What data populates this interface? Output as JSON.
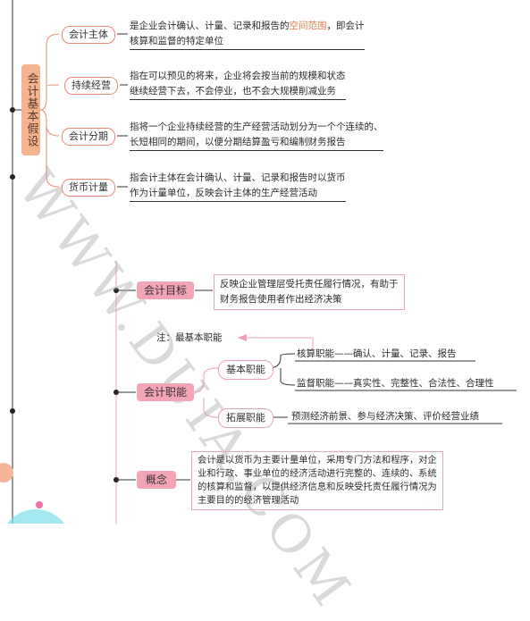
{
  "section1": {
    "root_label": "会计基本假设",
    "branches": [
      {
        "label": "会计主体",
        "desc_before": "是企业会计确认、计量、记录和报告的",
        "desc_highlight": "空间范围",
        "desc_after": "，即会计",
        "desc_line2": "核算和监督的特定单位"
      },
      {
        "label": "持续经营",
        "desc_line1": "指在可以预见的将来，企业将会按当前的规模和状态",
        "desc_line2": "继续经营下去，不会停业，也不会大规模削减业务"
      },
      {
        "label": "会计分期",
        "desc_line1": "指将一个企业持续经营的生产经营活动划分为一个个连续的、",
        "desc_line2": "长短相同的期间，以便分期结算盈亏和编制财务报告"
      },
      {
        "label": "货币计量",
        "desc_line1": "指会计主体在会计确认、计量、记录和报告时以货币",
        "desc_line2": "作为计量单位，反映会计主体的生产经营活动"
      }
    ]
  },
  "section2": {
    "goal": {
      "label": "会计目标",
      "desc_line1": "反映企业管理层受托责任履行情况，有助于",
      "desc_line2": "财务报告使用者作出经济决策"
    },
    "note": "注：最基本职能",
    "functions": {
      "label": "会计职能",
      "basic": {
        "label": "基本职能",
        "item1": "核算职能——确认、计量、记录、报告",
        "item2": "监督职能——真实性、完整性、合法性、合理性"
      },
      "extended": {
        "label": "拓展职能",
        "item1": "预测经济前景、参与经济决策、评价经营业绩"
      }
    },
    "concept": {
      "label": "概念",
      "lines": [
        "会计是以货币为主要计量单位，采用专门方法和程序，对企",
        "业和行政、事业单位的经济活动进行完整的、连续的、系统",
        "的核算和监督，以提供经济信息和反映受托责任履行情况为",
        "主要目的的经济管理活动"
      ]
    }
  },
  "watermark": "WWW.DUIA.COM",
  "colors": {
    "orange": "#f5b490",
    "orange_border": "#ea8a76",
    "pink": "#f3a4b6",
    "pink_border": "#ee9fb2",
    "highlight": "#e07a4a"
  }
}
